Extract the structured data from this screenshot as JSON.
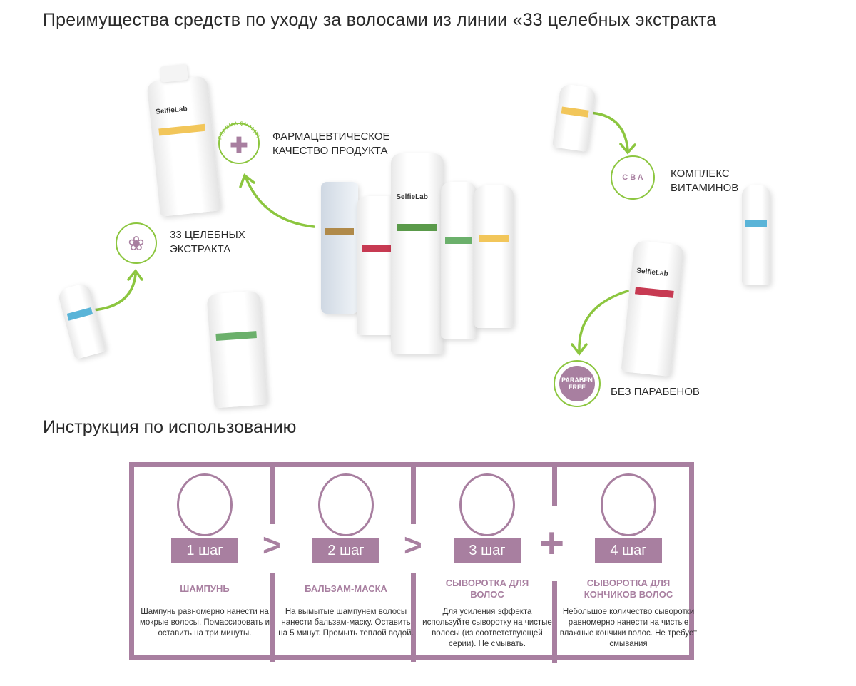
{
  "title": "Преимущества средств по уходу за волосами из линии «33 целебных экстракта",
  "benefits": [
    {
      "icon": "pharma-quality-icon",
      "badge_text": "PHARMA QUALITY",
      "label": "Фармацевтическое качество продукта"
    },
    {
      "icon": "herbal-extract-icon",
      "label": "33 целебных экстракта"
    },
    {
      "icon": "vitamins-icon",
      "badge_text": "C B A",
      "label": "Комплекс витаминов"
    },
    {
      "icon": "paraben-free-icon",
      "badge_text": "PARABEN FREE",
      "label": "Без парабенов"
    }
  ],
  "brand": "SelfieLab",
  "instructions_title": "Инструкция по использованию",
  "colors": {
    "accent": "#a87fa0",
    "green": "#8cc63f"
  },
  "steps": [
    {
      "badge": "1 шаг",
      "title": "ШАМПУНЬ",
      "text": "Шампунь равномерно нанести на мокрые волосы. Помассировать и оставить на три минуты."
    },
    {
      "badge": "2 шаг",
      "title": "БАЛЬЗАМ-МАСКА",
      "text": "На вымытые шампунем волосы нанести бальзам-маску. Оставить на 5 минут. Промыть теплой водой."
    },
    {
      "badge": "3 шаг",
      "title": "СЫВОРОТКА ДЛЯ ВОЛОС",
      "text": "Для усиления эффекта используйте сыворотку на чистые волосы (из соответствующей серии). Не смывать."
    },
    {
      "badge": "4 шаг",
      "title": "СЫВОРОТКА ДЛЯ КОНЧИКОВ ВОЛОС",
      "text": "Небольшое количество сыворотки равномерно нанести на чистые влажные кончики волос. Не требует смывания"
    }
  ],
  "separators": [
    ">",
    ">",
    "+"
  ]
}
